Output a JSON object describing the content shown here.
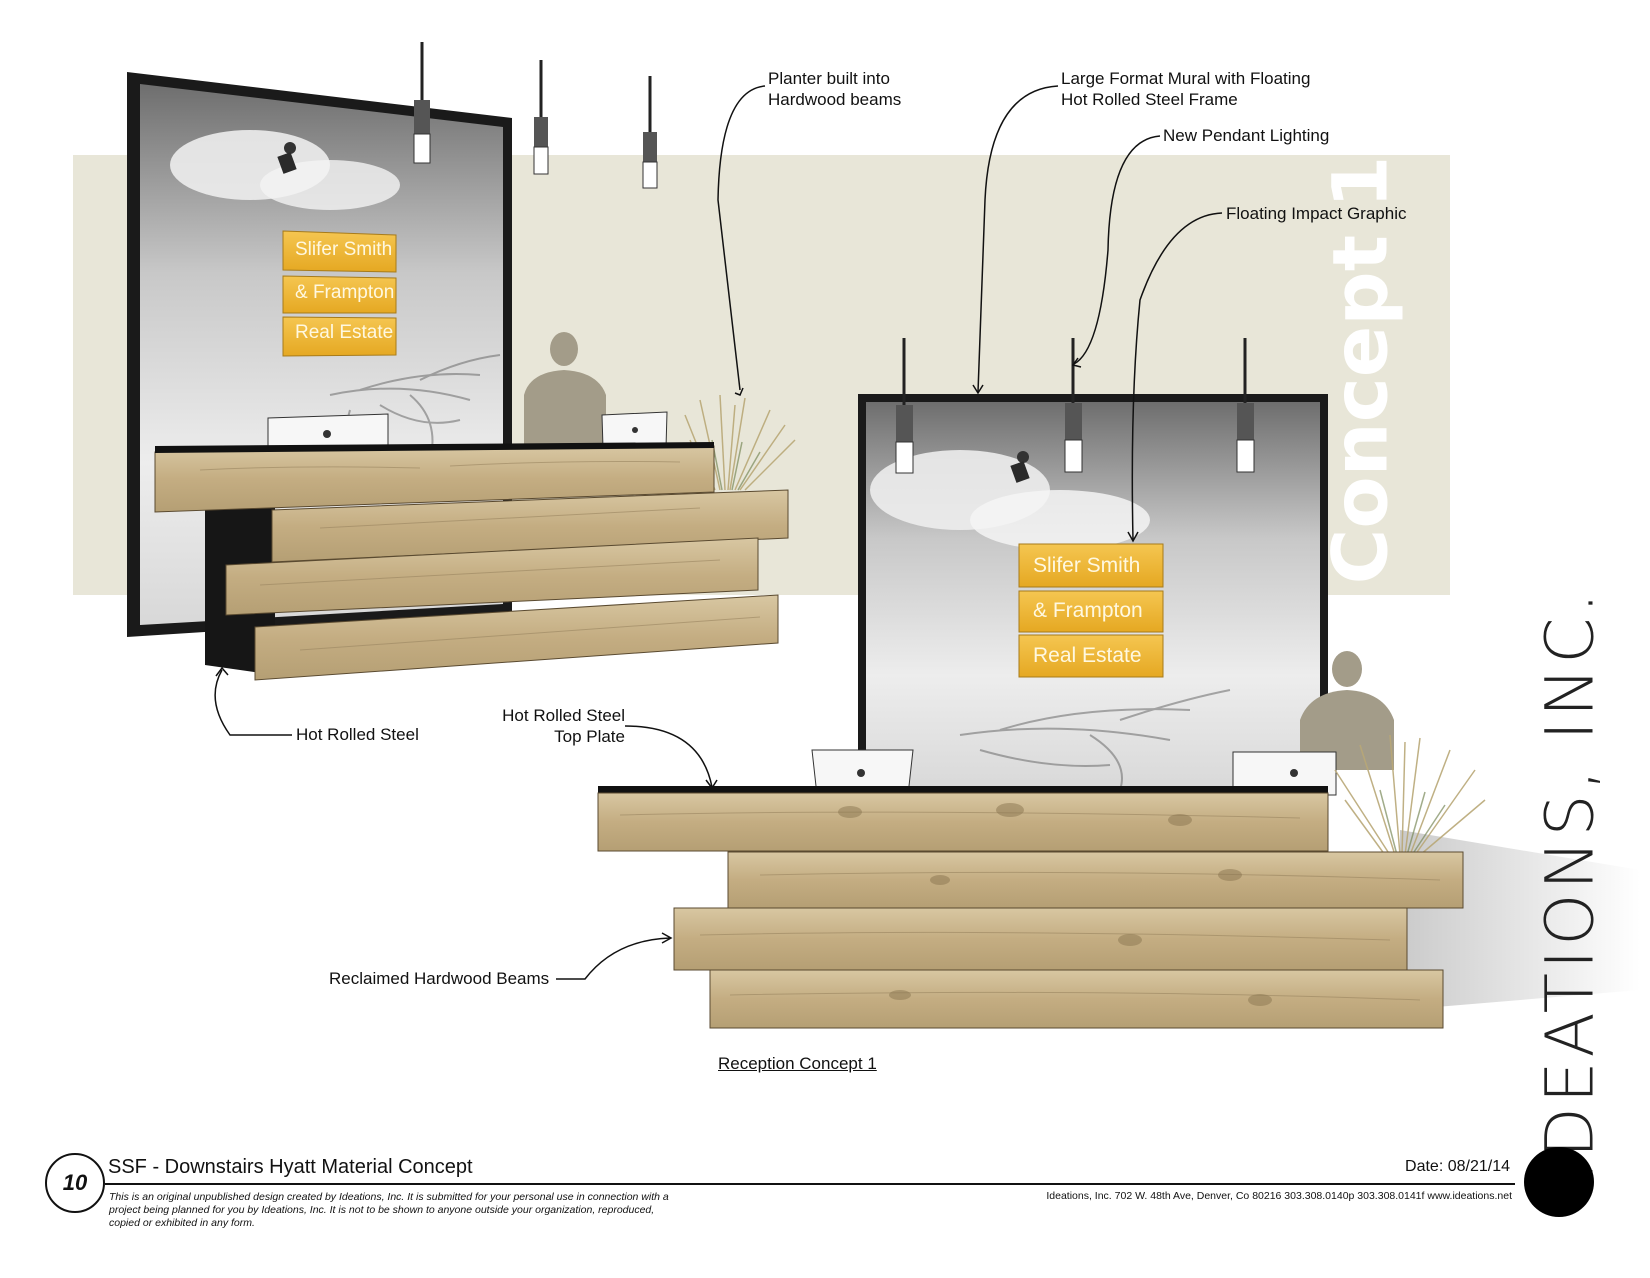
{
  "callouts": {
    "planter": [
      "Planter built into",
      "Hardwood beams"
    ],
    "mural": [
      "Large Format Mural with Floating",
      "Hot Rolled Steel Frame"
    ],
    "pendant": "New Pendant Lighting",
    "graphic": "Floating Impact Graphic",
    "steel": "Hot Rolled Steel",
    "top_plate": [
      "Hot Rolled Steel",
      "Top Plate"
    ],
    "beams": "Reclaimed Hardwood Beams"
  },
  "signage": {
    "line1": "Slifer Smith",
    "line2": "& Frampton",
    "line3": "Real Estate"
  },
  "concept_label": "Concept 1",
  "brand_vertical": "IDEATIONS, INC.",
  "caption": "Reception Concept 1",
  "footer": {
    "page_number": "10",
    "project_title": "SSF - Downstairs Hyatt Material Concept",
    "date": "Date: 08/21/14",
    "disclaimer": "This is an original unpublished design created by Ideations, Inc.  It is submitted for your personal use in connection with a project being planned for you by Ideations, Inc.  It is not to be shown to anyone outside your organization, reproduced, copied or exhibited in any form.",
    "address": "Ideations, Inc. 702 W. 48th Ave, Denver, Co  80216  303.308.0140p 303.308.0141f  www.ideations.net"
  },
  "colors": {
    "backdrop_band": "#e8e6d8",
    "signage_gold": "#f0b833",
    "wood": "#c9b48e",
    "steel": "#1c1c1c"
  }
}
